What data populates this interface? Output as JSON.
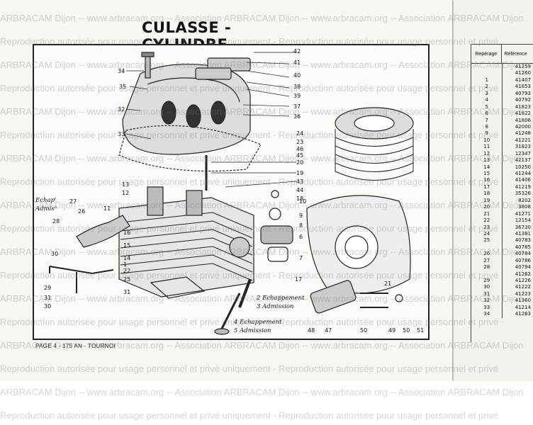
{
  "title": "CULASSE - CYLINDRE",
  "footer": "PAGE 4  -  175 AN - TOURNOI",
  "watermark": {
    "line_a": "ARBRACAM Dijon -- www.arbracam.org -- Association ARBRACAM Dijon -- www.arbracam.org -- Association ARBRACAM Dijon",
    "line_b": "Reproduction autorisée pour usage personnel et privé uniquement - Reproduction autorisée pour usage personnel et privé"
  },
  "annotations": {
    "echap_admis_1": "Echapᵗ",
    "echap_admis_2": "Admisⁿ",
    "note_2": "2 Echappement",
    "note_3": "3 Admission",
    "note_4": "4 Echappement",
    "note_5": "5 Admission"
  },
  "callouts": {
    "n42": "42",
    "n41": "41",
    "n40": "40",
    "n38": "38",
    "n39": "39",
    "n37": "37",
    "n36": "36",
    "n34": "34",
    "n35": "35",
    "n32": "32",
    "n33": "33",
    "n24": "24",
    "n23": "23",
    "n46": "46",
    "n45": "45",
    "n20": "20",
    "n19": "19",
    "n43": "43",
    "n44": "44",
    "n18": "18",
    "n13": "13",
    "n12": "12",
    "n11": "11",
    "n27": "27",
    "n26": "26",
    "n28": "28",
    "n16": "16",
    "n15": "15",
    "n14": "14",
    "n1": "1",
    "n22": "22",
    "n25": "25",
    "n30": "30",
    "n29": "29",
    "n31": "31",
    "n30b": "30",
    "n31b": "31",
    "n10": "10",
    "n9": "9",
    "n8": "8",
    "n6": "6",
    "n7": "7",
    "n17": "17",
    "n21": "21",
    "n48": "48",
    "n47": "47",
    "n50": "50",
    "n49": "49",
    "n50b": "50",
    "n51": "51"
  },
  "ref_table": {
    "header_col1": "Repérage",
    "header_col2": "Référence",
    "rows": [
      {
        "rep": "",
        "ref": "41259"
      },
      {
        "rep": "",
        "ref": "41260"
      },
      {
        "rep": "1",
        "ref": "41407"
      },
      {
        "rep": "2",
        "ref": "41853"
      },
      {
        "rep": "3",
        "ref": "40793"
      },
      {
        "rep": "4",
        "ref": "40792"
      },
      {
        "rep": "5",
        "ref": "41823"
      },
      {
        "rep": "6",
        "ref": "41822"
      },
      {
        "rep": "7",
        "ref": "41806"
      },
      {
        "rep": "8",
        "ref": "42000"
      },
      {
        "rep": "9",
        "ref": "41248"
      },
      {
        "rep": "10",
        "ref": "41221"
      },
      {
        "rep": "11",
        "ref": "31823"
      },
      {
        "rep": "12",
        "ref": "12347"
      },
      {
        "rep": "13",
        "ref": "42137"
      },
      {
        "rep": "14",
        "ref": "10250"
      },
      {
        "rep": "15",
        "ref": "41244"
      },
      {
        "rep": "16",
        "ref": "41406"
      },
      {
        "rep": "17",
        "ref": "41219"
      },
      {
        "rep": "18",
        "ref": "35326"
      },
      {
        "rep": "19",
        "ref": "8202"
      },
      {
        "rep": "20",
        "ref": "3808"
      },
      {
        "rep": "21",
        "ref": "41271"
      },
      {
        "rep": "22",
        "ref": "12154"
      },
      {
        "rep": "23",
        "ref": "36730"
      },
      {
        "rep": "24",
        "ref": "41381"
      },
      {
        "rep": "25",
        "ref": "40783"
      },
      {
        "rep": "",
        "ref": "40785"
      },
      {
        "rep": "26",
        "ref": "40784"
      },
      {
        "rep": "27",
        "ref": "40786"
      },
      {
        "rep": "28",
        "ref": "40794"
      },
      {
        "rep": "",
        "ref": "41262"
      },
      {
        "rep": "29",
        "ref": "41226"
      },
      {
        "rep": "30",
        "ref": "41222"
      },
      {
        "rep": "31",
        "ref": "41223"
      },
      {
        "rep": "32",
        "ref": "41360"
      },
      {
        "rep": "33",
        "ref": "41214"
      },
      {
        "rep": "34",
        "ref": "41263"
      }
    ]
  }
}
